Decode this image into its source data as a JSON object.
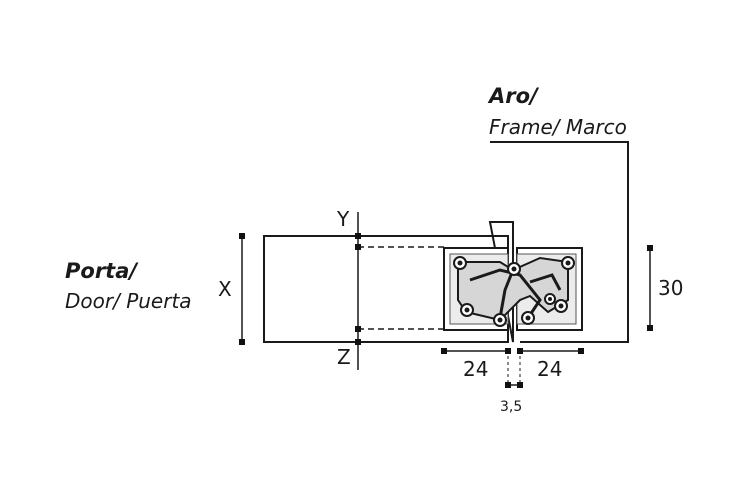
{
  "labels": {
    "frame_title": "Aro/",
    "frame_subtitle": "Frame/ Marco",
    "door_title": "Porta/",
    "door_subtitle": "Door/ Puerta"
  },
  "dimensions": {
    "x": "X",
    "y": "Y",
    "z": "Z",
    "frame_depth": "30",
    "hinge_left": "24",
    "hinge_right": "24",
    "gap": "3,5"
  },
  "colors": {
    "line": "#1a1a1a",
    "hinge_fill": "#d6d6d6",
    "hinge_dark": "#8c8c8c",
    "marker": "#111111"
  }
}
